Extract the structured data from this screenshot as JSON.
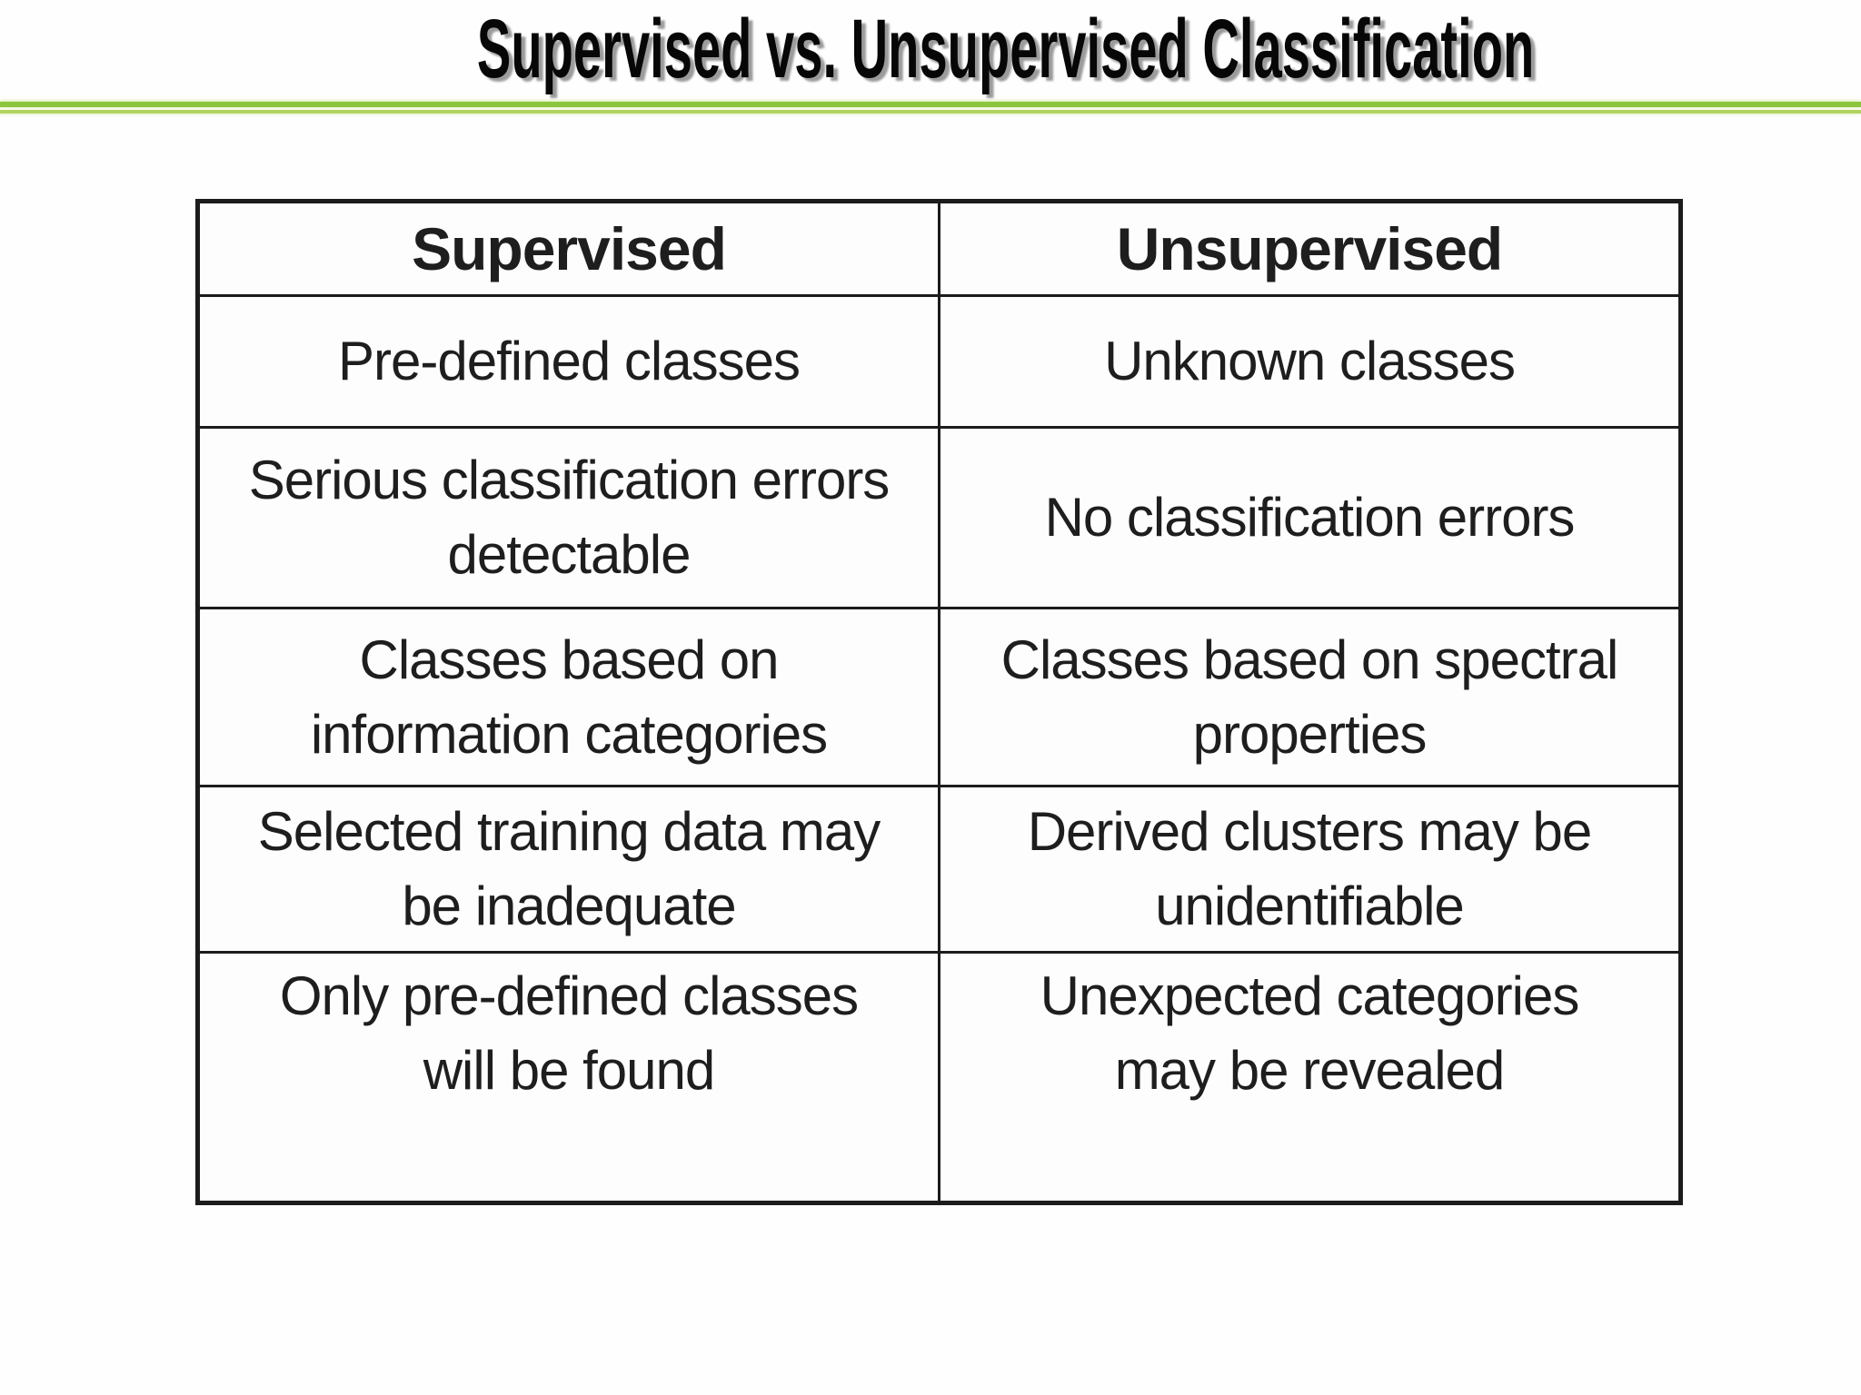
{
  "slide": {
    "title": "Supervised vs. Unsupervised Classification",
    "accent_rule_thick_color": "#8CC63F",
    "accent_rule_thin_color": "#B2D45F"
  },
  "table": {
    "headers": [
      "Supervised",
      "Unsupervised"
    ],
    "rows": [
      [
        "Pre-defined classes",
        "Unknown classes"
      ],
      [
        "Serious classification errors\ndetectable",
        "No classification errors"
      ],
      [
        "Classes based on\ninformation categories",
        "Classes based on spectral\nproperties"
      ],
      [
        "Selected training data may\nbe inadequate",
        "Derived clusters may be\nunidentifiable"
      ],
      [
        "Only pre-defined classes\nwill be found",
        "Unexpected categories\nmay be revealed"
      ]
    ]
  }
}
